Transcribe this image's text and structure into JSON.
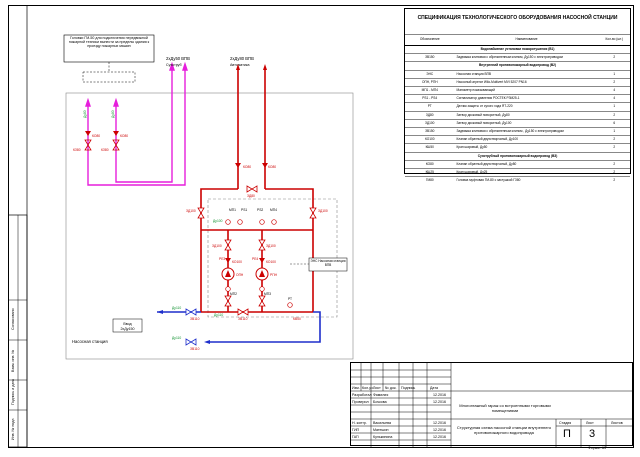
{
  "notes": {
    "top_box": "Головки ГМ-50 для подключения передвижной пожарной техники вынести за пределы здания к проезду пожарных машин",
    "pipe_left": "2хДу50 ВПВ",
    "pipe_left_sub": "Сухотруб",
    "pipe_right": "2хДу80 ВПВ",
    "pipe_right_sub": "Автоматика",
    "inlet_box": "Ввод",
    "inlet_box_sub": "2хДу150",
    "station_label": "Насосная станция",
    "cabinet_label": "ЭНС Насосная станция ВПВ"
  },
  "scheme_labels": {
    "du80_1": "Ду80",
    "du80_2": "Ду80",
    "du80_3": "Ду80",
    "du80_4": "Ду80",
    "ko80_1": "КО80",
    "ko80_2": "КО80",
    "kz80_1": "КЗ80",
    "kz80_2": "КЗ80",
    "zd80": "ЗД80",
    "zd100_l": "ЗД100",
    "zd100_r": "ЗД100",
    "mt1": "МП1",
    "rs1": "РS1",
    "rs2": "РS2",
    "mt4": "МП4",
    "du100": "Ду100",
    "zd100_a": "ЗД100",
    "zd100_b": "ЗД100",
    "ko100_1": "КО100",
    "ko100_2": "КО100",
    "pe1": "РЕ3",
    "pe2": "РЕ4",
    "nasos1": "ОПН",
    "nasos2": "РПН",
    "mt2": "МП2",
    "mt3": "МП3",
    "pt": "РТ",
    "du110_in": "Ду110",
    "du110_out": "Ду110",
    "zd110_1": "ЗВ110",
    "zd110_2": "ЗВ110",
    "zd110_3": "ЗВ110",
    "kv1": "КВ50",
    "kv2": "КВ50"
  },
  "spec": {
    "title": "СПЕЦИФИКАЦИЯ ТЕХНОЛОГИЧЕСКОГО ОБОРУДОВАНИЯ НАСОСНОЙ СТАНЦИИ",
    "headers": [
      "Обозначение",
      "Наименование",
      "Кол-во (шт.)"
    ],
    "rows": [
      {
        "type": "sec",
        "name": "Водонабжение установки пожаротушения (В1)"
      },
      {
        "code": "ЗВ150",
        "name": "Задвижка клиновая с обрезиненным клином, Ду150 с электроприводом",
        "qty": "2"
      },
      {
        "type": "sec",
        "name": "Внутренний противопожарный водопровод (В2)"
      },
      {
        "code": "ЭНС",
        "name": "Насосная станция ВПВ",
        "qty": "1"
      },
      {
        "code": "ОПН, РПН",
        "name": "Насосный агрегат Wilo-Multivert MVI 5207 PN16",
        "qty": "2"
      },
      {
        "code": "МП1 - МП4",
        "name": "Манометр показывающий",
        "qty": "4"
      },
      {
        "code": "PS1 - PS4",
        "name": "Сигнализатор давления РОСТЕК РЗМ25-1",
        "qty": "4"
      },
      {
        "code": "РТ",
        "name": "Датчик защиты от сухого хода ЯТ-220",
        "qty": "1"
      },
      {
        "code": "ЗД80",
        "name": "Затвор дисковый поворотный, Ду80",
        "qty": "2"
      },
      {
        "code": "ЗД100",
        "name": "Затвор дисковый поворотный, Ду100",
        "qty": "6"
      },
      {
        "code": "ЗВ150",
        "name": "Задвижка клиновая с обрезиненным клином , Ду150 с электроприводом",
        "qty": "1"
      },
      {
        "code": "КО100",
        "name": "Клапан обратный двухстворчатый, Ду100",
        "qty": "2"
      },
      {
        "code": "КШ50",
        "name": "Кран шаровый, Ду50",
        "qty": "2"
      },
      {
        "type": "sec",
        "name": "Сухотрубный противопожарный водопровод (ВЗ)"
      },
      {
        "code": "КО80",
        "name": "Клапан обратный двухстворчатый, Ду80",
        "qty": "2"
      },
      {
        "code": "КШ25",
        "name": "Кран шаровый, Ду25",
        "qty": "2"
      },
      {
        "code": "ГМ80",
        "name": "Головка муфтовая ГМ-80 с заглушкой ГЗ80",
        "qty": "2"
      }
    ]
  },
  "stamp": {
    "col_izm": "Изм.",
    "col_kol": "Кол.уч",
    "col_list": "Лист",
    "col_ndok": "№ док.",
    "col_podp": "Подпись",
    "col_data": "Дата",
    "r1_role": "Разработал",
    "r1_name": "Фамилия",
    "r1_date": "12.2016",
    "r2_role": "Проверил",
    "r2_name": "Бочкова",
    "r2_date": "12.2016",
    "r3_role": "Н. контр.",
    "r3_name": "Васильева",
    "r3_date": "12.2016",
    "r4_role": "ГИП",
    "r4_name": "Матешин",
    "r4_date": "12.2016",
    "r5_role": "ГАП",
    "r5_name": "Кулькинина",
    "r5_date": "12.2016",
    "object": "Многоэтажный гараж со встроенными торговыми помещениями",
    "sheet_title": "Структурная схема насосной станции внутреннего противопожарного водопровода",
    "h_stage": "Стадия",
    "h_sheet": "Лист",
    "h_sheets": "Листов",
    "stage": "П",
    "sheet_no": "3",
    "format": "Формат А3"
  },
  "side_stamp": {
    "a": "Согласовано",
    "b": "Взам. инв. №",
    "c": "Подпись и дата",
    "d": "Инв. № подл."
  },
  "colors": {
    "fire_water": "#cc0000",
    "dry_pipe": "#e61fdc",
    "inlet": "#1e2fcc",
    "green": "#0a8f2a"
  }
}
